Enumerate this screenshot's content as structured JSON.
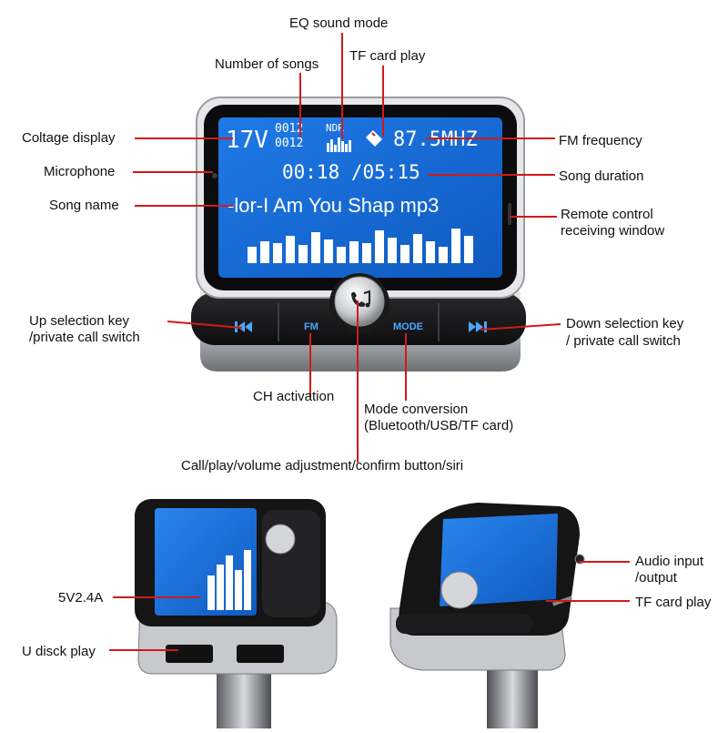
{
  "labels": {
    "eq_sound_mode": "EQ sound mode",
    "number_of_songs": "Number of songs",
    "tf_card_play_top": "TF card play",
    "coltage_display": "Coltage display",
    "fm_frequency": "FM frequency",
    "microphone": "Microphone",
    "song_duration": "Song duration",
    "song_name": "Song name",
    "remote_line1": "Remote control",
    "remote_line2": "receiving window",
    "up_key_line1": "Up selection key",
    "up_key_line2": "/private call switch",
    "down_key_line1": "Down selection key",
    "down_key_line2": "/ private call switch",
    "ch_activation": "CH activation",
    "mode_line1": "Mode conversion",
    "mode_line2": "(Bluetooth/USB/TF card)",
    "call_button": "Call/play/volume adjustment/confirm button/siri",
    "power": "5V2.4A",
    "u_disk_play": "U disck play",
    "audio_line1": "Audio input",
    "audio_line2": "/output",
    "tf_card_play_side": "TF card play"
  },
  "screen": {
    "voltage": "17V",
    "song_count_top": "0012",
    "song_count_bottom": "0012",
    "eq_code": "NDR",
    "frequency": "87.5MHZ",
    "time": "00:18 /05:15",
    "song_name": "-lor-I Am You Shap mp3"
  },
  "keys": {
    "fm": "FM",
    "mode": "MODE",
    "prev_icon": "previous-track-icon",
    "next_icon": "next-track-icon",
    "center_icon": "phone-music-icon"
  },
  "colors": {
    "screen_blue": "#1a6fd6",
    "leader_line": "#d11a1a",
    "key_blue": "#4aa8ff"
  }
}
